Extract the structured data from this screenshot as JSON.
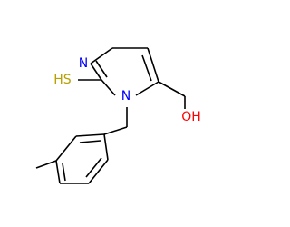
{
  "structure": {
    "colors": {
      "bond": "#000000",
      "nitrogen": "#0000ff",
      "oxygen": "#ff0000",
      "sulfur": "#b8a000"
    },
    "atoms": {
      "imine_nitrogen": {
        "element": "N",
        "label": "N"
      },
      "ring_nitrogen": {
        "element": "N",
        "label": "N"
      },
      "thiol": {
        "element": "S",
        "label": "HS"
      },
      "hydroxyl": {
        "element": "O",
        "label": "OH"
      }
    }
  }
}
